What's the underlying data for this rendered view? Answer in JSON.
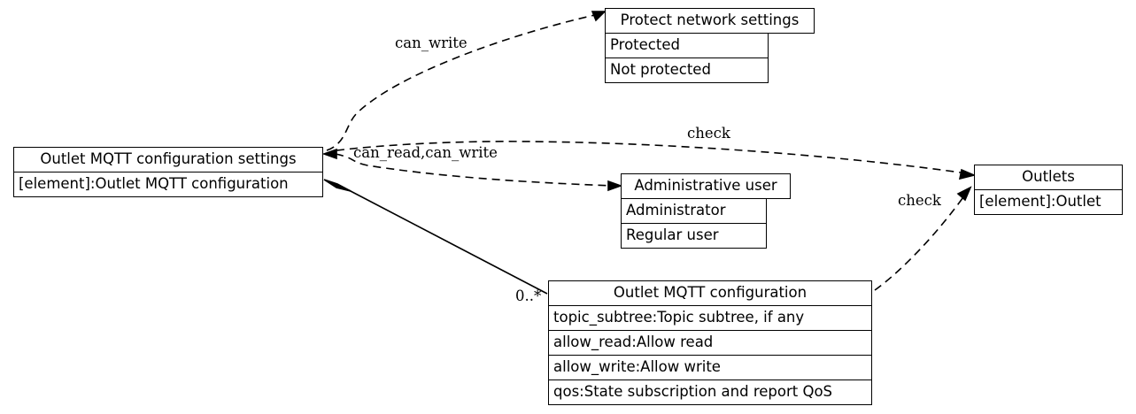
{
  "diagram": {
    "type": "uml-class-diagram",
    "background": "#ffffff",
    "line_color": "#000000",
    "nodes": [
      {
        "id": "outlet-mqtt-configuration-settings",
        "header": "Outlet MQTT configuration settings",
        "rows": [
          "[element]:Outlet MQTT configuration"
        ]
      },
      {
        "id": "protect-network-settings",
        "header": "Protect network settings",
        "rows": [
          "Protected",
          "Not protected"
        ]
      },
      {
        "id": "administrative-user",
        "header": "Administrative user",
        "rows": [
          "Administrator",
          "Regular user"
        ]
      },
      {
        "id": "outlet-mqtt-configuration",
        "header": "Outlet MQTT configuration",
        "rows": [
          "topic_subtree:Topic subtree, if any",
          "allow_read:Allow read",
          "allow_write:Allow write",
          "qos:State subscription and report QoS"
        ]
      },
      {
        "id": "outlets",
        "header": "Outlets",
        "rows": [
          "[element]:Outlet"
        ]
      }
    ],
    "edges": [
      {
        "id": "edge-can-write",
        "label": "can_write",
        "from": "protect-network-settings",
        "to": "outlet-mqtt-configuration-settings",
        "style": "dashed",
        "arrow": "open"
      },
      {
        "id": "edge-can-read-can-write",
        "label": "can_read,can_write",
        "from": "outlet-mqtt-configuration-settings",
        "to": "administrative-user",
        "style": "dashed",
        "arrow": "open"
      },
      {
        "id": "edge-check-settings-outlets",
        "label": "check",
        "from": "outlet-mqtt-configuration-settings",
        "to": "outlets",
        "style": "dashed",
        "arrow": "open"
      },
      {
        "id": "edge-check-config-outlets",
        "label": "check",
        "from": "outlet-mqtt-configuration",
        "to": "outlets",
        "style": "dashed",
        "arrow": "open"
      },
      {
        "id": "edge-composition",
        "label": "0..*",
        "from": "outlet-mqtt-configuration-settings",
        "to": "outlet-mqtt-configuration",
        "style": "solid",
        "arrow": "filled-diamond"
      }
    ]
  }
}
